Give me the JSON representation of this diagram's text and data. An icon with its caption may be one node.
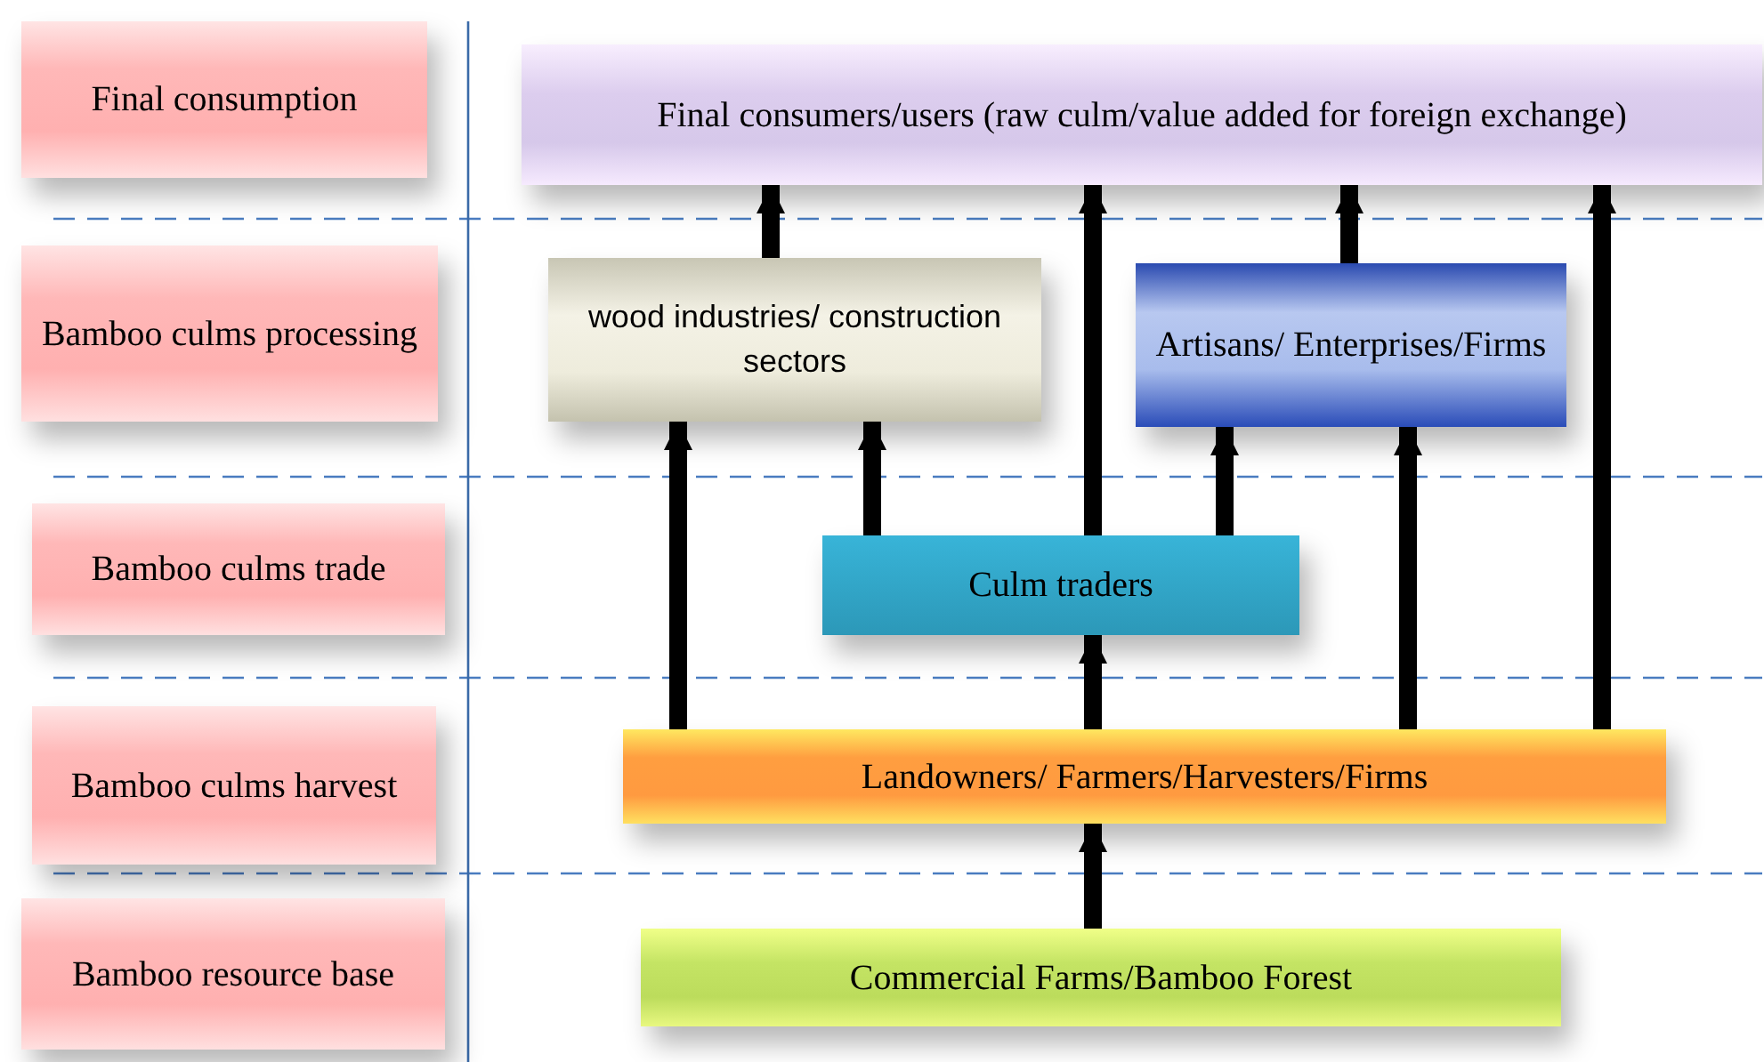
{
  "diagram": {
    "nodes": [
      {
        "text": [
          "Final consumption"
        ]
      },
      {
        "text": [
          "Bamboo culms processing"
        ]
      },
      {
        "text": [
          "Bamboo culms trade"
        ]
      },
      {
        "text": [
          "Bamboo culms harvest"
        ]
      },
      {
        "text": [
          "Bamboo resource base"
        ]
      },
      {
        "text": [
          "Final consumers/users (raw culm/value added for foreign exchange)"
        ]
      },
      {
        "text": [
          "wood industries/ construction sectors"
        ]
      },
      {
        "text": [
          "Artisans/ Enterprises/Firms"
        ]
      },
      {
        "text": [
          "Culm traders"
        ]
      },
      {
        "text": [
          "Landowners/ Farmers/Harvesters/Firms"
        ]
      },
      {
        "text": [
          "Commercial Farms/Bamboo Forest"
        ]
      }
    ],
    "edges": [
      {
        "from": 6,
        "to": 5,
        "arrow": "to"
      },
      {
        "from": 8,
        "to": 5,
        "arrow": "to"
      },
      {
        "from": 7,
        "to": 5,
        "arrow": "to"
      },
      {
        "from": 9,
        "to": 5,
        "arrow": "to"
      },
      {
        "from": 9,
        "to": 6,
        "arrow": "to"
      },
      {
        "from": 8,
        "to": 6,
        "arrow": "to"
      },
      {
        "from": 8,
        "to": 7,
        "arrow": "to"
      },
      {
        "from": 9,
        "to": 7,
        "arrow": "to"
      },
      {
        "from": 9,
        "to": 8,
        "arrow": "to"
      },
      {
        "from": 10,
        "to": 9,
        "arrow": "to"
      }
    ]
  }
}
